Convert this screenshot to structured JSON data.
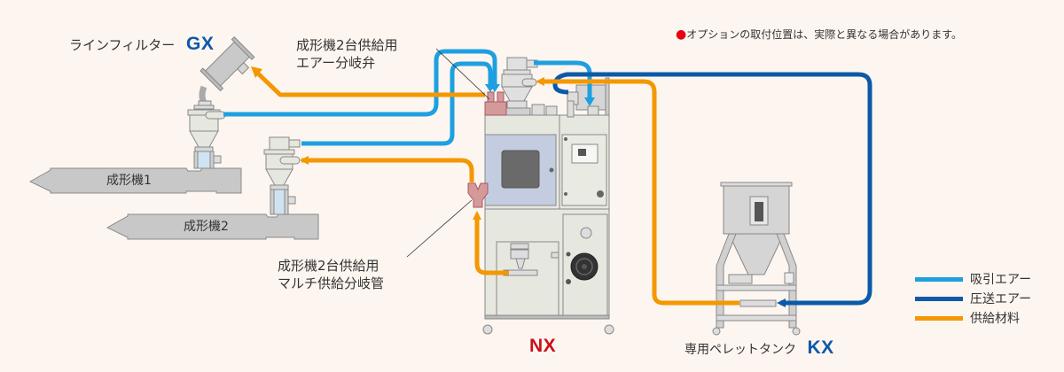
{
  "colors": {
    "background": "#fdf5f0",
    "suction_air": "#1ea0e0",
    "pressure_air": "#0b5aa8",
    "material": "#f39800",
    "brand_blue": "#0b5aa8",
    "brand_red": "#c8101a",
    "note_dot": "#e60012"
  },
  "note": {
    "bullet": "●",
    "text": "オプションの取付位置は、実際と異なる場合があります。"
  },
  "labels": {
    "line_filter_prefix": "ラインフィルター",
    "line_filter_model": "GX",
    "diverter_valve_line1": "成形機2台供給用",
    "diverter_valve_line2": "エアー分岐弁",
    "multi_pipe_line1": "成形機2台供給用",
    "multi_pipe_line2": "マルチ供給分岐管",
    "molding_machine_1": "成形機1",
    "molding_machine_2": "成形機2",
    "main_unit_model": "NX",
    "pellet_tank_prefix": "専用ペレットタンク",
    "pellet_tank_model": "KX"
  },
  "legend": {
    "items": [
      {
        "label": "吸引エアー",
        "color": "#1ea0e0"
      },
      {
        "label": "圧送エアー",
        "color": "#0b5aa8"
      },
      {
        "label": "供給材料",
        "color": "#f39800"
      }
    ]
  }
}
